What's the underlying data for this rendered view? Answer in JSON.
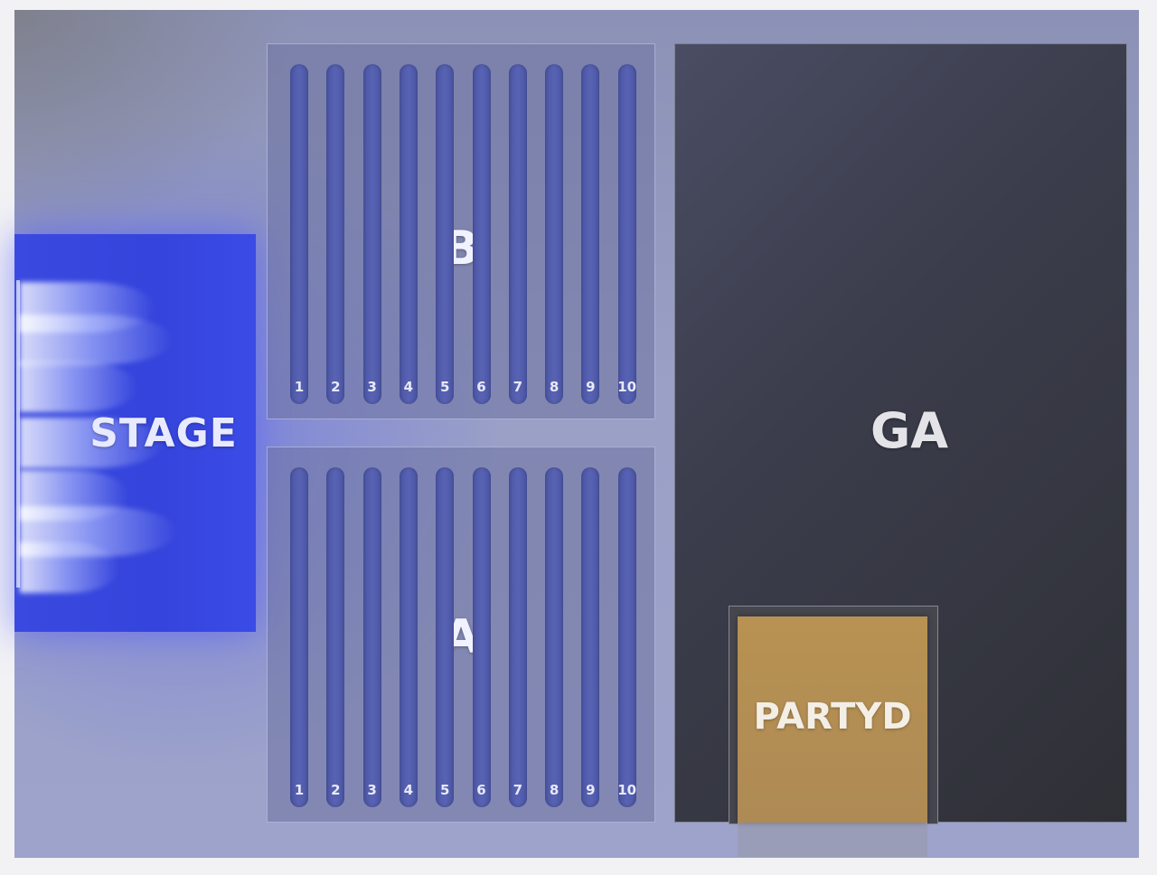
{
  "map": {
    "stage": {
      "label": "STAGE",
      "color": "#3a4ae0"
    },
    "sections": [
      {
        "id": "B",
        "label": "B",
        "rows": [
          "1",
          "2",
          "3",
          "4",
          "5",
          "6",
          "7",
          "8",
          "9",
          "10"
        ]
      },
      {
        "id": "A",
        "label": "A",
        "rows": [
          "1",
          "2",
          "3",
          "4",
          "5",
          "6",
          "7",
          "8",
          "9",
          "10"
        ]
      }
    ],
    "general_admission": {
      "label": "GA",
      "color": "#3b3d4c"
    },
    "party_deck": {
      "label": "PARTYD",
      "color": "#b89252"
    }
  }
}
